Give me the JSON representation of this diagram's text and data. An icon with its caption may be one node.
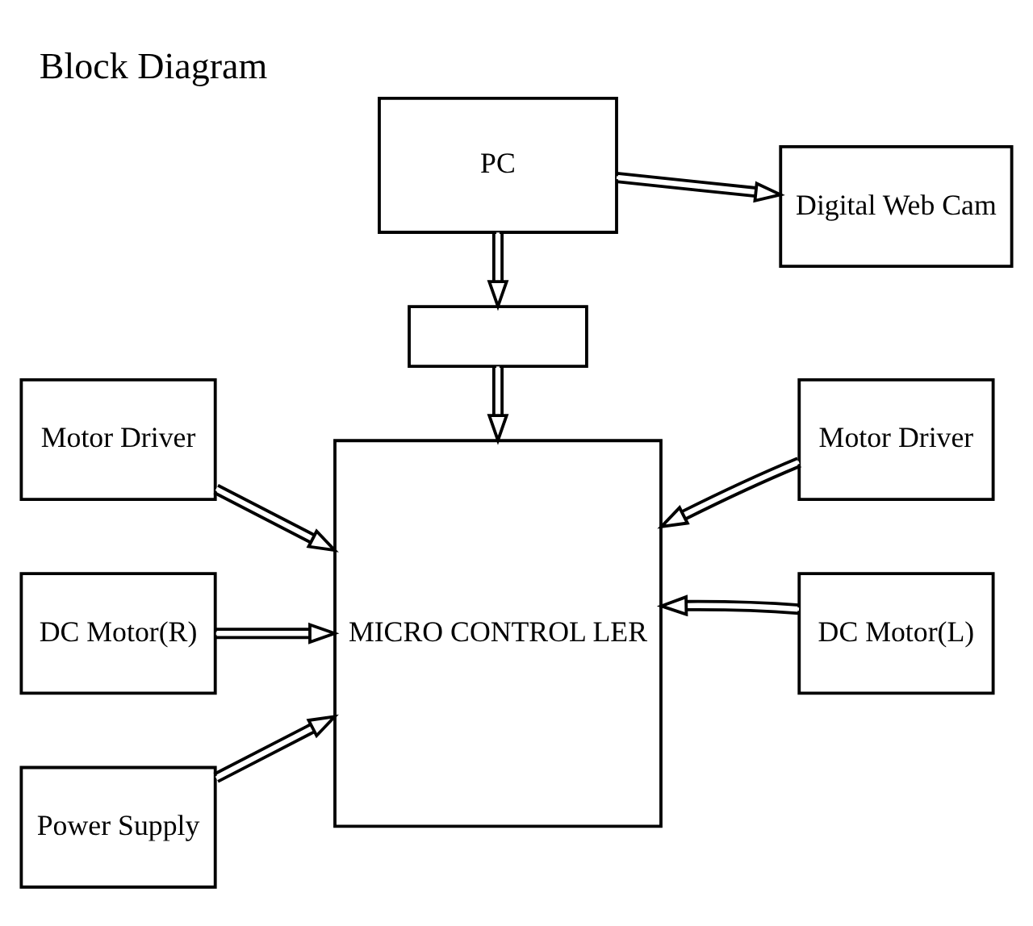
{
  "diagram": {
    "title": "Block Diagram",
    "nodes": [
      {
        "text": [
          "PC"
        ]
      },
      {
        "text": [
          "Digital Web Cam"
        ]
      },
      {
        "text": [],
        "shape": "box"
      },
      {
        "text": [
          "Motor Driver"
        ]
      },
      {
        "text": [
          "MICRO CONTROL LER"
        ]
      },
      {
        "text": [
          "Motor Driver"
        ]
      },
      {
        "text": [
          "DC Motor(R)"
        ]
      },
      {
        "text": [
          "DC Motor(L)"
        ]
      },
      {
        "text": [
          "Power Supply"
        ]
      }
    ],
    "edges": [
      {
        "from": 0,
        "to": 1,
        "arrow": "to"
      },
      {
        "from": 0,
        "to": 2,
        "arrow": "to"
      },
      {
        "from": 2,
        "to": 4,
        "arrow": "to"
      },
      {
        "from": 3,
        "to": 4,
        "arrow": "to"
      },
      {
        "from": 5,
        "to": 4,
        "arrow": "to"
      },
      {
        "from": 6,
        "to": 4,
        "arrow": "to"
      },
      {
        "from": 7,
        "to": 4,
        "arrow": "to"
      },
      {
        "from": 8,
        "to": 4,
        "arrow": "to"
      }
    ]
  }
}
